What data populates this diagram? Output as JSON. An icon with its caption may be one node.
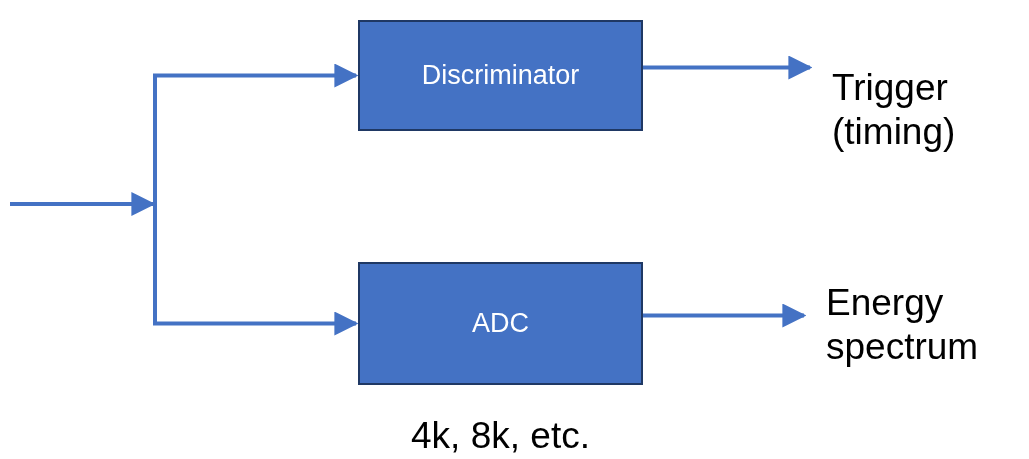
{
  "diagram": {
    "nodes": [
      {
        "text": [
          "Discriminator"
        ]
      },
      {
        "text": [
          "ADC"
        ],
        "beside": [
          "4k, 8k, etc."
        ]
      },
      {
        "text": [
          "Trigger (timing)"
        ]
      },
      {
        "text": [
          "Energy spectrum"
        ]
      }
    ],
    "edges": [
      {
        "from": null,
        "to": 0,
        "arrow": "to"
      },
      {
        "from": null,
        "to": 1,
        "arrow": "to"
      },
      {
        "from": 0,
        "to": 2,
        "arrow": "to"
      },
      {
        "from": 1,
        "to": 3,
        "arrow": "to"
      }
    ]
  }
}
